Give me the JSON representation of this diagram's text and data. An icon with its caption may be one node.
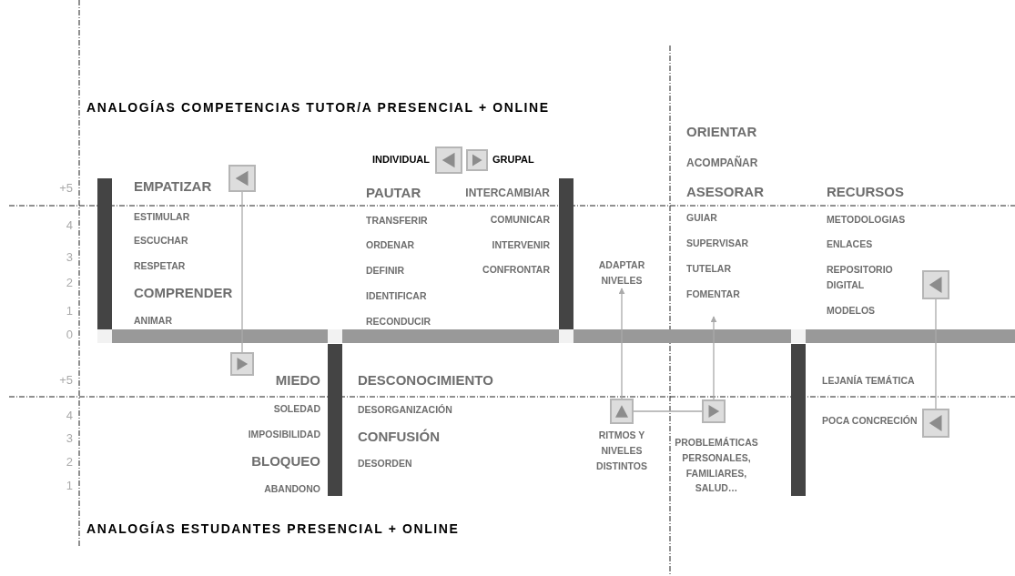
{
  "diagram": {
    "nodes": [
      {
        "text": [],
        "shape": "box"
      },
      {
        "text": [],
        "shape": "box",
        "beside": [
          "INDIVIDUAL"
        ]
      },
      {
        "text": [],
        "shape": "box",
        "beside": [
          "GRUPAL"
        ]
      },
      {
        "text": [
          "ADAPTAR NIVELES"
        ]
      },
      {
        "text": [],
        "shape": "box"
      },
      {
        "text": [],
        "shape": "box"
      },
      {
        "text": [],
        "shape": "box",
        "beside": [
          "RITMOS Y NIVELES DISTINTOS"
        ]
      },
      {
        "text": [],
        "shape": "box",
        "beside": [
          "PROBLEMÁTICAS PERSONALES, FAMILIARES, SALUD…"
        ]
      },
      {
        "text": [],
        "shape": "box"
      },
      {
        "text": [],
        "shape": "bar"
      },
      {
        "text": [],
        "shape": "bar"
      },
      {
        "text": [],
        "shape": "bar"
      },
      {
        "text": [],
        "shape": "bar"
      }
    ],
    "edges": [
      {
        "from": 0,
        "to": 5,
        "arrow": "none"
      },
      {
        "from": 6,
        "to": 3,
        "arrow": "to"
      },
      {
        "from": 6,
        "to": 7,
        "arrow": "none"
      },
      {
        "from": 7,
        "to": null,
        "arrow": "to"
      },
      {
        "from": 4,
        "to": 8,
        "arrow": "none"
      }
    ],
    "labels": [
      "ANALOGÍAS COMPETENCIAS TUTOR/A PRESENCIAL + ONLINE",
      "+5",
      "4",
      "3",
      "2",
      "1",
      "0",
      "EMPATIZAR",
      "ESTIMULAR",
      "ESCUCHAR",
      "RESPETAR",
      "COMPRENDER",
      "ANIMAR",
      "PAUTAR",
      "TRANSFERIR",
      "ORDENAR",
      "DEFINIR",
      "IDENTIFICAR",
      "RECONDUCIR",
      "INTERCAMBIAR",
      "COMUNICAR",
      "INTERVENIR",
      "CONFRONTAR",
      "ORIENTAR",
      "ACOMPAÑAR",
      "ASESORAR",
      "GUIAR",
      "SUPERVISAR",
      "TUTELAR",
      "FOMENTAR",
      "RECURSOS",
      "METODOLOGIAS",
      "ENLACES",
      "REPOSITORIO DIGITAL",
      "MODELOS",
      "+5",
      "4",
      "3",
      "2",
      "1",
      "MIEDO",
      "SOLEDAD",
      "IMPOSIBILIDAD",
      "BLOQUEO",
      "ABANDONO",
      "DESCONOCIMIENTO",
      "DESORGANIZACIÓN",
      "CONFUSIÓN",
      "DESORDEN",
      "LEJANÍA TEMÁTICA",
      "POCA CONCRECIÓN",
      "ANALOGÍAS ESTUDANTES PRESENCIAL + ONLINE"
    ]
  }
}
